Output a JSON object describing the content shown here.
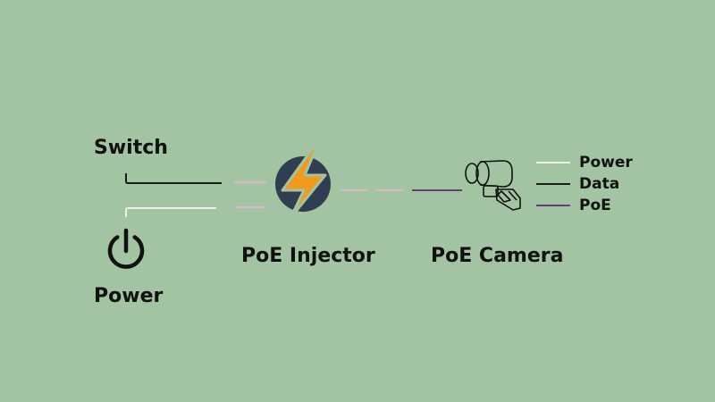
{
  "diagram": {
    "background": "#a3c4a2",
    "nodes": {
      "switch": {
        "label": "Switch"
      },
      "power": {
        "label": "Power",
        "icon": "power-icon"
      },
      "injector": {
        "label": "PoE Injector",
        "icon": "lightning-bolt-icon",
        "icon_colors": {
          "circle": "#2f3e51",
          "bolt": "#f29a1e"
        }
      },
      "camera": {
        "label": "PoE Camera",
        "icon": "camera-icon"
      }
    },
    "legend": [
      {
        "label": "Power",
        "color": "#eef0ee"
      },
      {
        "label": "Data",
        "color": "#1a1a1a"
      },
      {
        "label": "PoE",
        "color": "#6a3d7a"
      }
    ],
    "colors": {
      "power_line": "#eef0ee",
      "data_line": "#1a1a1a",
      "poe_line": "#6a3d7a",
      "poe_dashes": "#d9b6c9"
    }
  }
}
